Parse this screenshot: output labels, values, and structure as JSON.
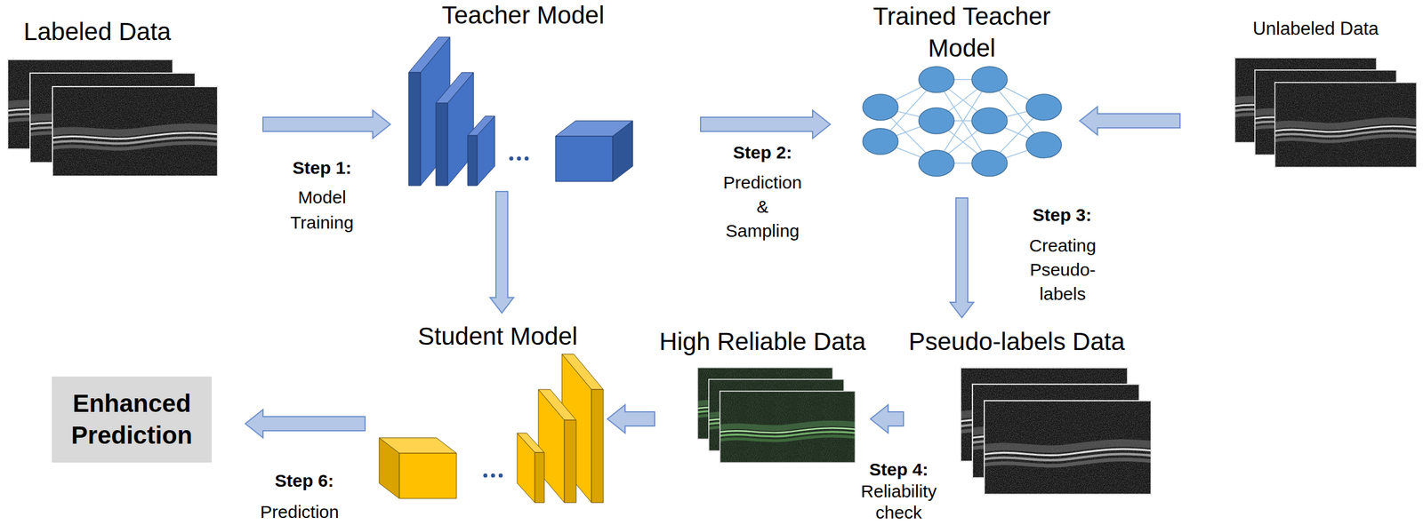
{
  "diagram": {
    "nodes": [
      {
        "text": [
          "Labeled Data"
        ]
      },
      {
        "text": [
          "Teacher Model"
        ]
      },
      {
        "text": [
          "Trained Teacher Model"
        ]
      },
      {
        "text": [
          "Unlabeled Data"
        ]
      },
      {
        "text": [
          "Pseudo-labels Data"
        ]
      },
      {
        "text": [
          "High Reliable Data"
        ]
      },
      {
        "text": [
          "Student Model"
        ]
      },
      {
        "text": [
          "Enhanced Prediction"
        ]
      }
    ],
    "edges": [
      {
        "from": 0,
        "to": 1,
        "label": "Step 1:",
        "arrow": "to"
      },
      {
        "from": 1,
        "to": 2,
        "label": "Step 2:",
        "arrow": "to"
      },
      {
        "from": 3,
        "to": 2,
        "arrow": "to"
      },
      {
        "from": 2,
        "to": 4,
        "label": "Step 3:",
        "arrow": "to"
      },
      {
        "from": 4,
        "to": 5,
        "label": "Step 4:",
        "arrow": "to"
      },
      {
        "from": 5,
        "to": 6,
        "arrow": "to"
      },
      {
        "from": 1,
        "to": 6,
        "arrow": "to"
      },
      {
        "from": 6,
        "to": 7,
        "label": "Step 6:",
        "arrow": "to"
      }
    ],
    "labels": [
      "Model Training",
      "Prediction & Sampling",
      "Creating Pseudo- labels",
      "Reliability check",
      "Prediction"
    ]
  }
}
